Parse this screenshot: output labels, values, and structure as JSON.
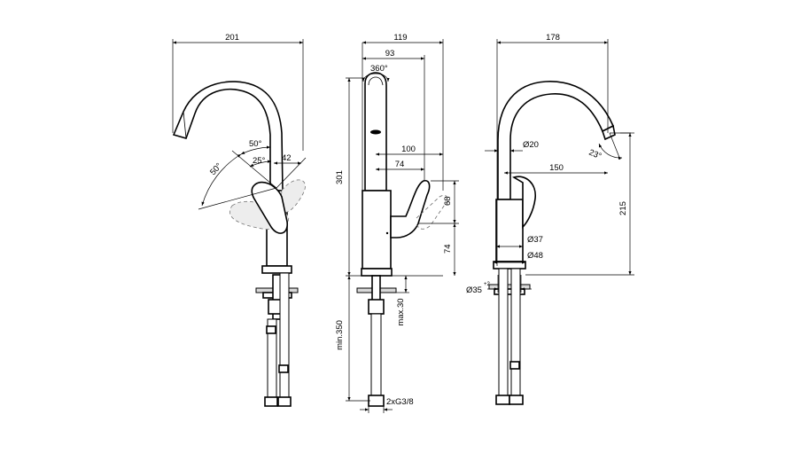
{
  "front_view": {
    "dim_total_width": "201",
    "dim_lever_angle": "50°",
    "dim_small_angle": "25°",
    "dim_offset": "42",
    "dim_lever_swing": "50°"
  },
  "side_view": {
    "dim_width_119": "119",
    "dim_width_93": "93",
    "dim_rotation": "360°",
    "dim_height": "301",
    "dim_100": "100",
    "dim_74_horizontal": "74",
    "dim_68": "68",
    "dim_74_vertical": "74",
    "dim_min_350": "min.350",
    "dim_max_30": "max.30",
    "dim_connection": "2xG3/8"
  },
  "rear_view": {
    "dim_width_178": "178",
    "dim_dia_20": "Ø20",
    "dim_angle_23": "23°",
    "dim_reach_150": "150",
    "dim_height_215": "215",
    "dim_dia_37": "Ø37",
    "dim_dia_48": "Ø48",
    "dim_hole_35": "Ø35",
    "dim_hole_tolerance": "+2"
  }
}
